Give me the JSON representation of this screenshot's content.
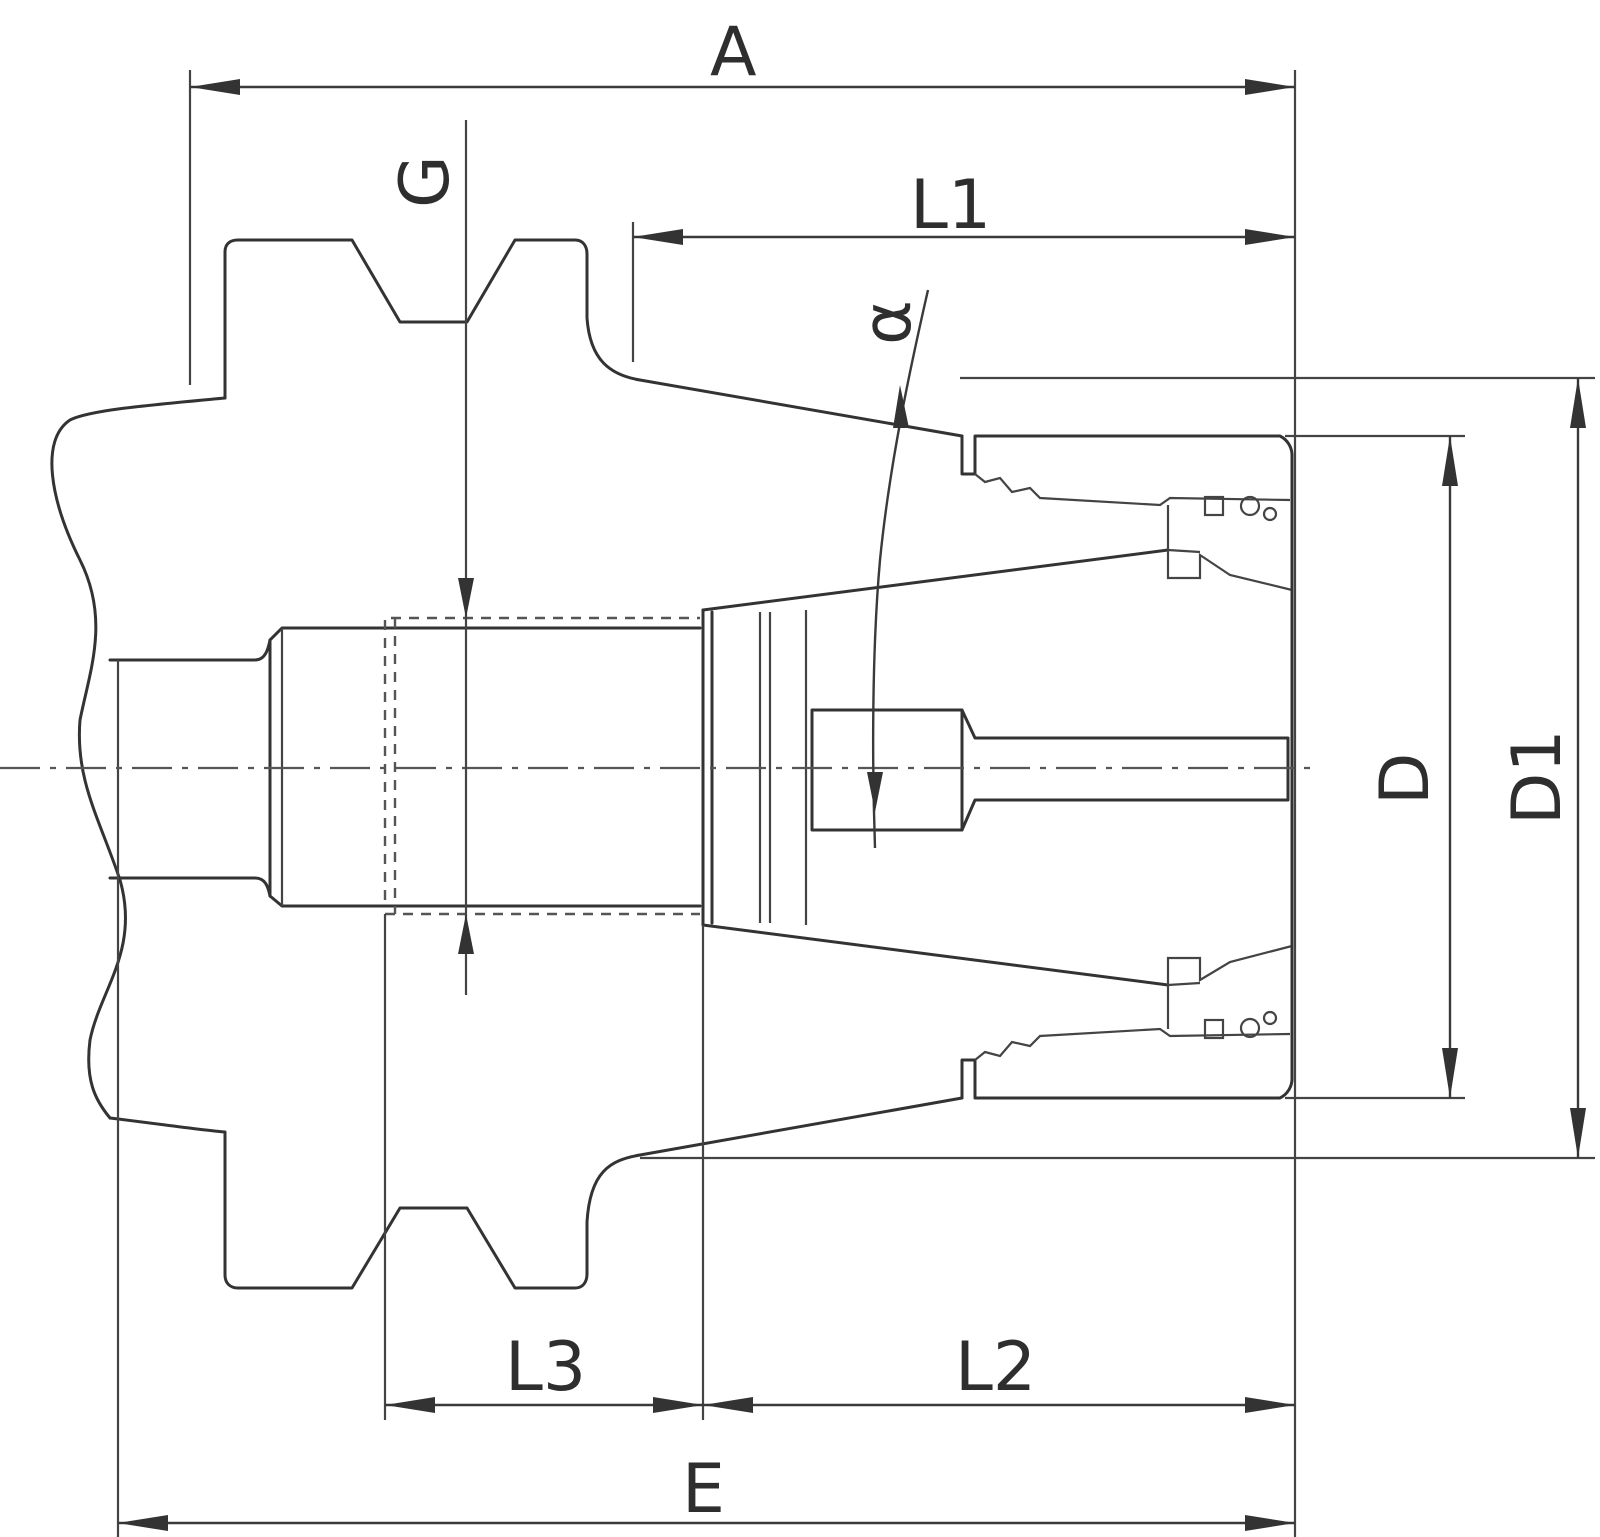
{
  "labels": {
    "A": "A",
    "G": "G",
    "L1": "L1",
    "alpha": "α",
    "D": "D",
    "D1": "D1",
    "L3": "L3",
    "L2": "L2",
    "E": "E"
  }
}
